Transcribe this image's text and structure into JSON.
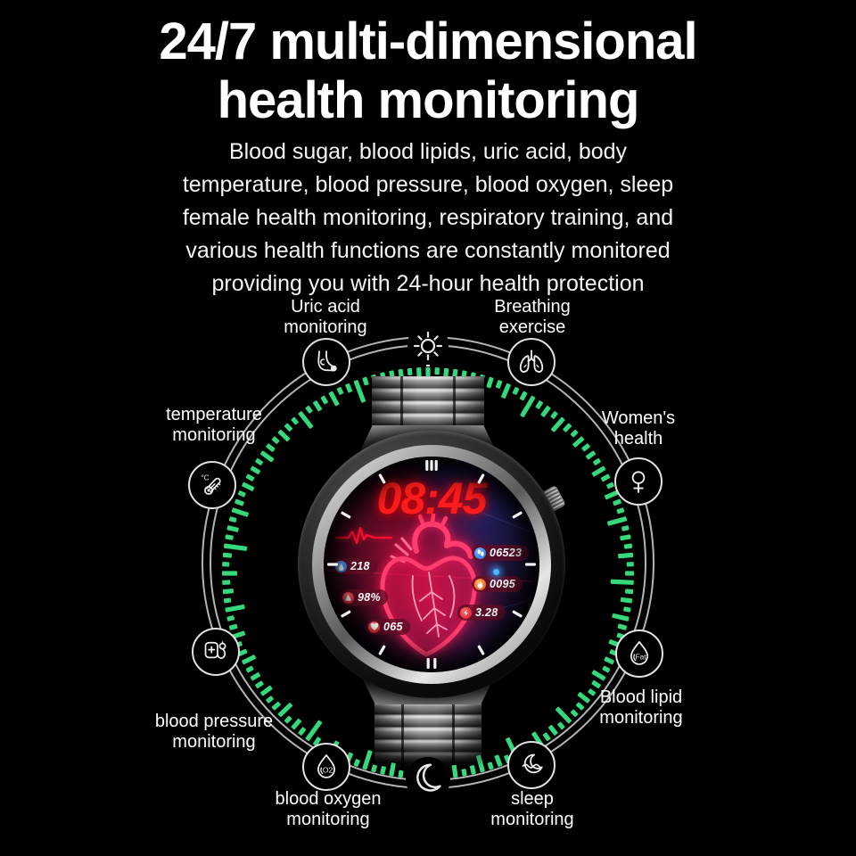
{
  "header": {
    "title_line1": "24/7 multi-dimensional",
    "title_line2": "health monitoring",
    "subtitle_lines": [
      "Blood sugar, blood lipids, uric acid, body",
      "temperature, blood pressure, blood oxygen, sleep",
      "female health monitoring, respiratory training, and",
      "various health functions are constantly monitored",
      "providing you with 24-hour health protection"
    ]
  },
  "dial": {
    "tick_color": "#35d97c",
    "ring_color": "#c9c9c9",
    "top_icon": "sun-icon",
    "bottom_icon": "moon-icon"
  },
  "features": [
    {
      "id": "uric-acid",
      "icon": "foot-gout-icon",
      "label_lines": [
        "Uric acid",
        "monitoring"
      ]
    },
    {
      "id": "breathing",
      "icon": "lungs-icon",
      "label_lines": [
        "Breathing",
        "exercise"
      ]
    },
    {
      "id": "temperature",
      "icon": "thermometer-icon",
      "icon_text": "°C",
      "label_lines": [
        "temperature",
        "monitoring"
      ]
    },
    {
      "id": "womens-health",
      "icon": "female-icon",
      "label_lines": [
        "Women's",
        "health"
      ]
    },
    {
      "id": "blood-pressure",
      "icon": "bp-cuff-icon",
      "label_lines": [
        "blood pressure",
        "monitoring"
      ]
    },
    {
      "id": "blood-lipid",
      "icon": "fat-drop-icon",
      "icon_text": "Fat",
      "label_lines": [
        "Blood lipid",
        "monitoring"
      ]
    },
    {
      "id": "blood-oxygen",
      "icon": "o2-drop-icon",
      "icon_text": "O2",
      "label_lines": [
        "blood oxygen",
        "monitoring"
      ]
    },
    {
      "id": "sleep",
      "icon": "sleep-moon-icon",
      "label_lines": [
        "sleep",
        "monitoring"
      ]
    }
  ],
  "watch": {
    "time": "08:45",
    "time_color": "#ff1c1c",
    "stats_left": [
      {
        "icon": "blood-sugar-icon",
        "color": "#2f86e8",
        "value": "218"
      },
      {
        "icon": "spo2-icon",
        "color": "#d81324",
        "value": "98%"
      },
      {
        "icon": "heart-rate-icon",
        "color": "#d81324",
        "value": "065"
      }
    ],
    "stats_right": [
      {
        "icon": "steps-icon",
        "color": "#2f86e8",
        "value": "06523"
      },
      {
        "icon": "calories-icon",
        "color": "#f4430e",
        "value": "0095"
      },
      {
        "icon": "distance-icon",
        "color": "#d81324",
        "value": "3.28"
      }
    ]
  }
}
